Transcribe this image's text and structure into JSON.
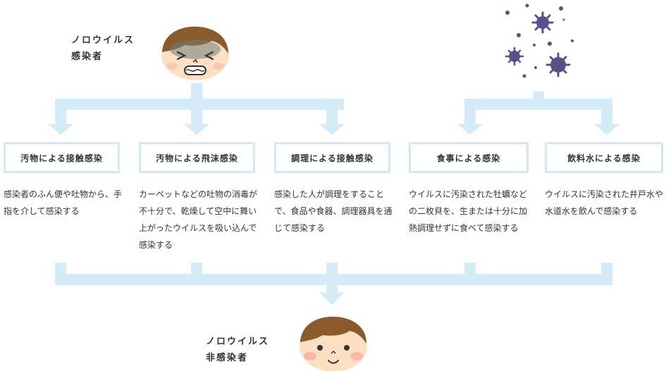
{
  "source": {
    "name_line1": "ノロウイルス",
    "name_line2": "感染者"
  },
  "target": {
    "name_line1": "ノロウイルス",
    "name_line2": "非感染者"
  },
  "routes": [
    {
      "title": "汚物による接触感染",
      "desc": "感染者のふん便や吐物から、手指を介して感染する"
    },
    {
      "title": "汚物による飛沫感染",
      "desc": "カーペットなどの吐物の消毒が不十分で、乾燥して空中に舞い上がったウイルスを吸い込んで感染する"
    },
    {
      "title": "調理による接触感染",
      "desc": "感染した人が調理をすることで、食品や食器、調理器具を通じて感染する"
    },
    {
      "title": "食事による感染",
      "desc": "ウイルスに汚染された牡蠣などの二枚貝を、生または十分に加熱調理せずに食べて感染する"
    },
    {
      "title": "飲料水による感染",
      "desc": "ウイルスに汚染された井戸水や水道水を飲んで感染する"
    }
  ],
  "colors": {
    "arrow": "#d3ecf8",
    "box_border": "#cfe9f7",
    "virus": "#5b4f8a",
    "face_skin": "#fde0c2",
    "hair": "#8a5a2a"
  },
  "icons": {
    "sick_face": "sick-face-icon",
    "healthy_face": "healthy-face-icon",
    "virus_cluster": "virus-icon"
  }
}
